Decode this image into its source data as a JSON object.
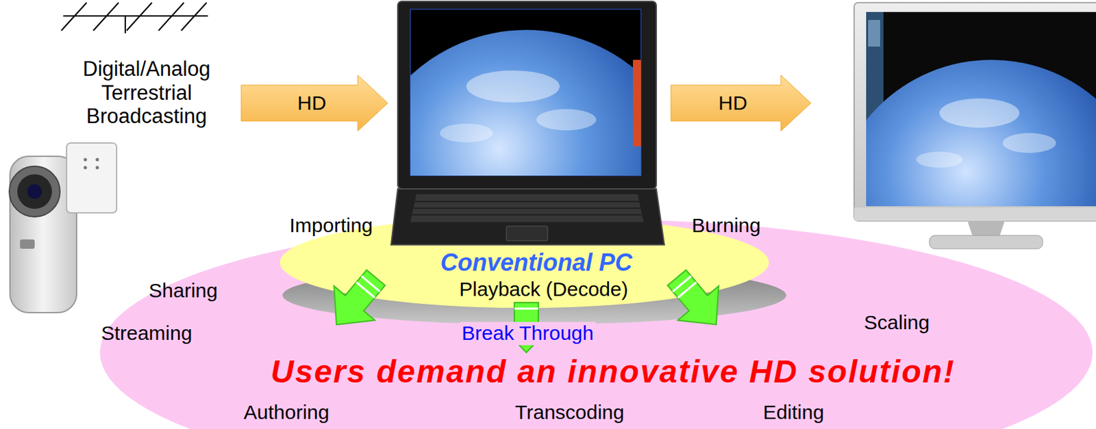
{
  "diagram": {
    "nodes": [
      {
        "text": [
          "HD"
        ]
      },
      {
        "text": [
          "HD"
        ]
      },
      {
        "text": [
          "Sharing",
          "Streaming",
          "Break Through",
          "Scaling",
          "Users demand an innovative HD solution!",
          "Authoring",
          "Transcoding",
          "Editing"
        ]
      },
      {
        "text": [
          "Importing",
          "Burning",
          "Conventional PC",
          "Playback (Decode)"
        ],
        "in": 2
      }
    ],
    "labels": [
      "Digital/Analog Terrestrial Broadcasting"
    ]
  }
}
